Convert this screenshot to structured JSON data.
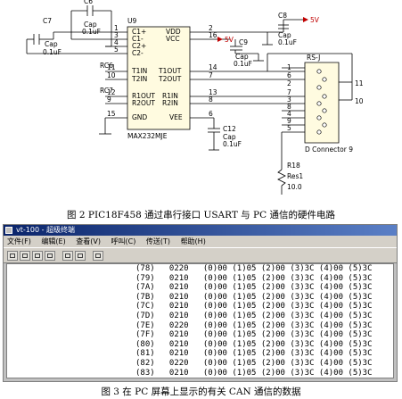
{
  "schematic": {
    "chip_ref": "U9",
    "chip_part": "MAX232MJE",
    "left_pins": [
      {
        "num": "1",
        "name": "C1+"
      },
      {
        "num": "3",
        "name": "C1-"
      },
      {
        "num": "4",
        "name": "C2+"
      },
      {
        "num": "5",
        "name": "C2-"
      },
      {
        "num": "11",
        "name": "T1IN"
      },
      {
        "num": "10",
        "name": "T2IN"
      },
      {
        "num": "12",
        "name": "R1OUT"
      },
      {
        "num": "9",
        "name": "R2OUT"
      },
      {
        "num": "15",
        "name": "GND"
      }
    ],
    "right_pins": [
      {
        "num": "2",
        "name": "VDD"
      },
      {
        "num": "16",
        "name": "VCC"
      },
      {
        "num": "14",
        "name": "T1OUT"
      },
      {
        "num": "7",
        "name": "T2OUT"
      },
      {
        "num": "13",
        "name": "R1IN"
      },
      {
        "num": "8",
        "name": "R2IN"
      },
      {
        "num": "6",
        "name": "VEE"
      }
    ],
    "nets": {
      "rc6": "RC6",
      "rc7": "RC7",
      "v5a": "5V",
      "v5b": "5V"
    },
    "caps": [
      {
        "ref": "C7",
        "type": "Cap",
        "value": "0.1uF"
      },
      {
        "ref": "C6",
        "type": "Cap",
        "value": "0.1uF"
      },
      {
        "ref": "C8",
        "type": "Cap",
        "value": "0.1uF"
      },
      {
        "ref": "C9",
        "type": "Cap",
        "value": "0.1uF"
      },
      {
        "ref": "C12",
        "type": "Cap",
        "value": "0.1uF"
      }
    ],
    "connector": {
      "ref": "RS-J",
      "label": "D Connector 9",
      "pins": [
        "1",
        "6",
        "2",
        "7",
        "3",
        "8",
        "4",
        "9",
        "5"
      ],
      "side_pins": [
        "11",
        "10"
      ]
    },
    "resistor": {
      "ref": "R18",
      "type": "Res1",
      "value": "10.0"
    }
  },
  "caption1": "图 2 PIC18F458 通过串行接口 USART 与 PC 通信的硬件电路",
  "window": {
    "title": "vt-100 - 超级终端",
    "menu": [
      "文件(F)",
      "编辑(E)",
      "查看(V)",
      "呼叫(C)",
      "传送(T)",
      "帮助(H)"
    ],
    "rows": [
      "(78)   0220   (0)00 (1)05 (2)00 (3)3C (4)00 (5)3C",
      "(79)   0210   (0)00 (1)05 (2)00 (3)3C (4)00 (5)3C",
      "(7A)   0210   (0)00 (1)05 (2)00 (3)3C (4)00 (5)3C",
      "(7B)   0210   (0)00 (1)05 (2)00 (3)3C (4)00 (5)3C",
      "(7C)   0210   (0)00 (1)05 (2)00 (3)3C (4)00 (5)3C",
      "(7D)   0210   (0)00 (1)05 (2)00 (3)3C (4)00 (5)3C",
      "(7E)   0220   (0)00 (1)05 (2)00 (3)3C (4)00 (5)3C",
      "(7F)   0210   (0)00 (1)05 (2)00 (3)3C (4)00 (5)3C",
      "(80)   0210   (0)00 (1)05 (2)00 (3)3C (4)00 (5)3C",
      "(81)   0210   (0)00 (1)05 (2)00 (3)3C (4)00 (5)3C",
      "(82)   0220   (0)00 (1)05 (2)00 (3)3C (4)00 (5)3C",
      "(83)   0210   (0)00 (1)05 (2)00 (3)3C (4)00 (5)3C"
    ]
  },
  "caption2": "图 3 在 PC 屏幕上显示的有关 CAN 通信的数据"
}
